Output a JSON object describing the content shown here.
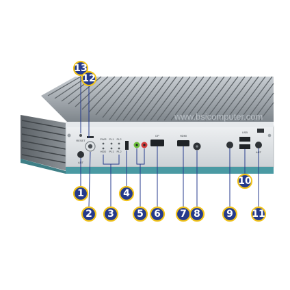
{
  "watermark": "www.bsicomputer.com",
  "port_labels": {
    "reset": "RESET",
    "pwr": "PWR",
    "hdd": "HDD",
    "pl1_top": "PL1",
    "pl2_top": "PL2",
    "pl1_bottom": "PL1",
    "pl2_bottom": "PL2",
    "dp": "DP",
    "hdmi": "HDMI",
    "usb": "USB",
    "ant_left": "ANT",
    "ant_right": "ANT"
  },
  "callouts": [
    "1",
    "2",
    "3",
    "4",
    "5",
    "6",
    "7",
    "8",
    "9",
    "10",
    "11",
    "12",
    "13"
  ],
  "colors": {
    "callout_fill": "#243a8c",
    "callout_ring": "#f2c319",
    "chassis_light": "#dde1e5",
    "chassis_dark": "#6f7479",
    "base_teal": "#4a9aa3",
    "audio_green": "#6cbf3a",
    "audio_red": "#d23a3a"
  }
}
